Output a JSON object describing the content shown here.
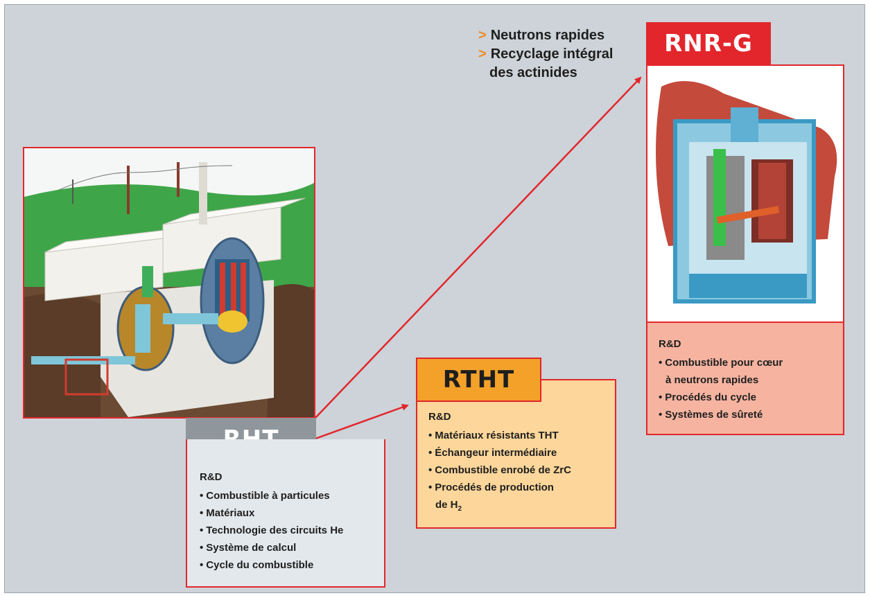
{
  "notes": {
    "items": [
      "Neutrons rapides",
      "Recyclage intégral",
      "des actinides"
    ],
    "marker": ">"
  },
  "rht": {
    "label": "RHT",
    "rd": {
      "title": "R&D",
      "items": [
        "Combustible à particules",
        "Matériaux",
        "Technologie des circuits He",
        "Système de calcul",
        "Cycle du combustible"
      ]
    }
  },
  "rtht": {
    "label": "RTHT",
    "rd": {
      "title": "R&D",
      "items": [
        "Matériaux résistants THT",
        "Échangeur intermédiaire",
        "Combustible enrobé de ZrC",
        "Procédés de production",
        "de H",
        "2"
      ]
    }
  },
  "rnrg": {
    "label": "RNR-G",
    "rd": {
      "title": "R&D",
      "items": [
        "Combustible pour cœur",
        "à neutrons rapides",
        "Procédés du cycle",
        "Systèmes de sûreté"
      ]
    }
  },
  "bullet": "•",
  "colors": {
    "background": "#cdd3d8",
    "accent_red": "#e2262c",
    "rht_tab": "#8f979d",
    "rht_panel": "#e3e8ec",
    "rtht_tab": "#f4a12a",
    "rtht_panel": "#fcd69a",
    "rnrg_tab": "#e2262c",
    "rnrg_panel": "#f6b4a0",
    "marker": "#f08a24"
  }
}
